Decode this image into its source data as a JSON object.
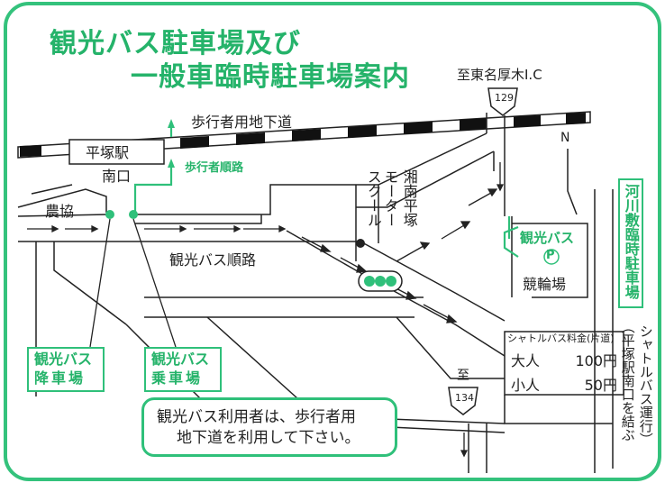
{
  "title": {
    "line1": "観光バス駐車場及び",
    "line2": "一般車臨時駐車場案内"
  },
  "labels": {
    "to_tomei": "至東名厚木I.C",
    "route129": "129",
    "underpass": "歩行者用地下道",
    "north": "N",
    "station": "平塚駅",
    "south_exit": "南口",
    "pedestrian_route": "歩行者順路",
    "nokyo": "農協",
    "bus_route": "観光バス順路",
    "racecourse": "競輪場",
    "bus_parking": "観光バス",
    "parking_p": "P",
    "to_134": "至",
    "route134": "134",
    "school_col1": "湘南平塚",
    "school_col2": "モーター",
    "school_col3": "スクール",
    "riverbed_parking": "河川敷臨時駐車場",
    "shuttle_note_col1": "（平塚駅南口を結ぶ",
    "shuttle_note_col2": "シャトルバス運行）"
  },
  "fares": {
    "title": "シャトルバス料金(片道)",
    "rows": [
      {
        "label": "大人",
        "price": "100円"
      },
      {
        "label": "小人",
        "price": "50円"
      }
    ]
  },
  "stops": {
    "dropoff_line1": "観光バス",
    "dropoff_line2": "降車場",
    "boarding_line1": "観光バス",
    "boarding_line2": "乗車場"
  },
  "notice": {
    "line1": "観光バス利用者は、歩行者用",
    "line2": "地下道を利用して下さい。"
  },
  "colors": {
    "accent_green": "#2fc07a",
    "ink": "#222222"
  }
}
